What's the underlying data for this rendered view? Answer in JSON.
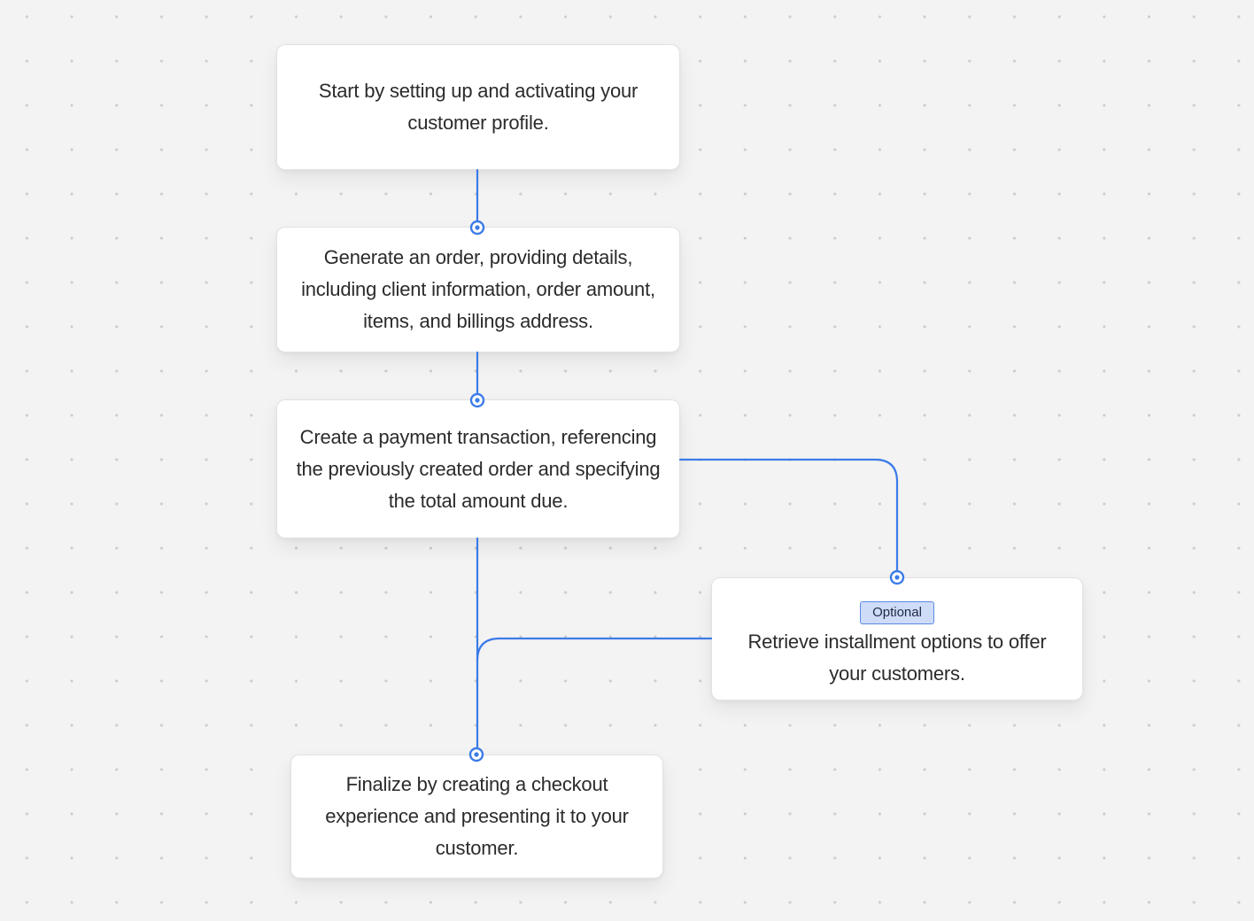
{
  "colors": {
    "background": "#f3f3f3",
    "card": "#ffffff",
    "connector": "#3b7be8",
    "badge_bg": "#cfdcf7",
    "badge_border": "#5b8ae6",
    "text": "#2b2b2b"
  },
  "steps": [
    {
      "id": "step-1",
      "text": "Start by setting up and activating your customer profile."
    },
    {
      "id": "step-2",
      "text": "Generate an order, providing details, including client information, order amount, items, and billings address."
    },
    {
      "id": "step-3",
      "text": "Create a payment transaction, referencing the previously created order and specifying the total amount due."
    },
    {
      "id": "step-optional",
      "badge": "Optional",
      "text": "Retrieve installment options to offer your customers."
    },
    {
      "id": "step-4",
      "text": "Finalize by creating a checkout experience and presenting it to your customer."
    }
  ],
  "edges": [
    {
      "from": "step-1",
      "to": "step-2"
    },
    {
      "from": "step-2",
      "to": "step-3"
    },
    {
      "from": "step-3",
      "to": "step-optional"
    },
    {
      "from": "step-3",
      "to": "step-4"
    },
    {
      "from": "step-optional",
      "to": "step-4"
    }
  ]
}
